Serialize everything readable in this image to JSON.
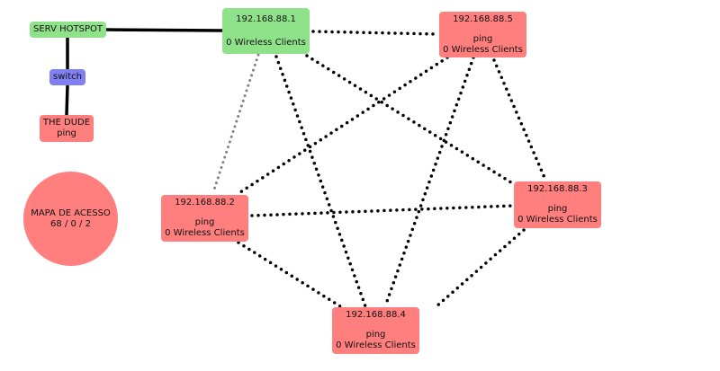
{
  "colors": {
    "down": "#ff7f7f",
    "up": "#90e28a",
    "switch": "#8080f2"
  },
  "nodes": {
    "serv_hotspot": {
      "label": "SERV HOTSPOT"
    },
    "switch": {
      "label": "switch"
    },
    "the_dude": {
      "label": "THE DUDE",
      "status": "ping"
    },
    "mapa": {
      "label": "MAPA DE ACESSO",
      "counts": "68 / 0 / 2"
    },
    "n1": {
      "ip": "192.168.88.1",
      "clients": "0 Wireless Clients"
    },
    "n2": {
      "ip": "192.168.88.2",
      "status": "ping",
      "clients": "0 Wireless Clients"
    },
    "n3": {
      "ip": "192.168.88.3",
      "status": "ping",
      "clients": "0 Wireless Clients"
    },
    "n4": {
      "ip": "192.168.88.4",
      "status": "ping",
      "clients": "0 Wireless Clients"
    },
    "n5": {
      "ip": "192.168.88.5",
      "status": "ping",
      "clients": "0 Wireless Clients"
    }
  }
}
